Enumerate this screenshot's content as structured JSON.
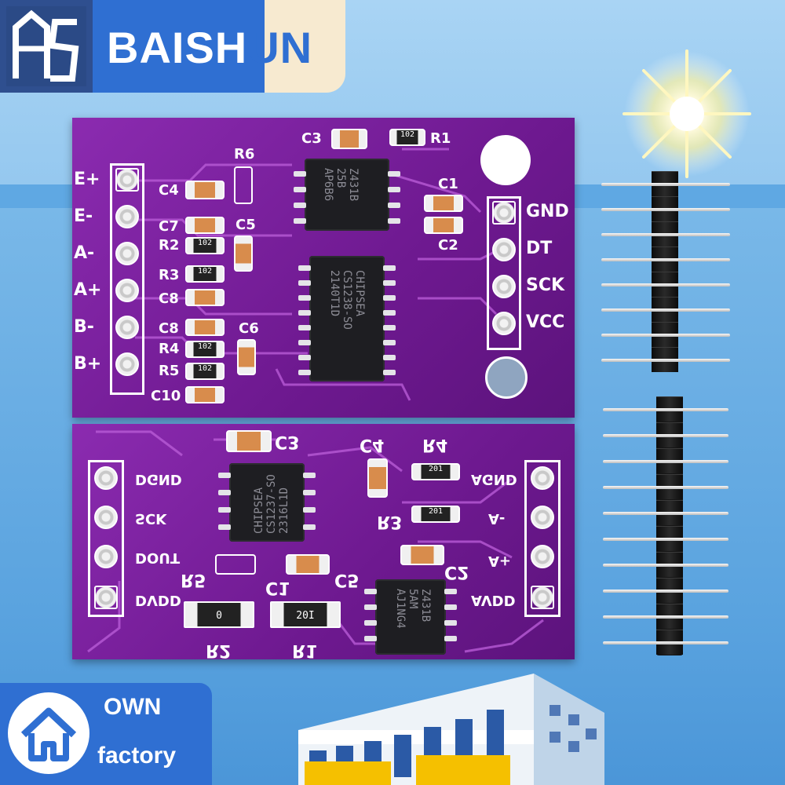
{
  "brand": {
    "name_main": "BAISH",
    "name_tail": "UN"
  },
  "badge": {
    "line1": "OWN",
    "line2": "factory"
  },
  "board_top": {
    "left_pins": [
      "E+",
      "E-",
      "A-",
      "A+",
      "B-",
      "B+"
    ],
    "right_pins": [
      "GND",
      "DT",
      "SCK",
      "VCC"
    ],
    "labels": {
      "c1": "C1",
      "c2": "C2",
      "c3": "C3",
      "c4": "C4",
      "c5": "C5",
      "c6": "C6",
      "c7": "C7",
      "c8a": "C8",
      "c8b": "C8",
      "c10": "C10",
      "r1": "R1",
      "r2": "R2",
      "r3": "R3",
      "r4": "R4",
      "r5": "R5",
      "r6": "R6"
    },
    "chip_small": [
      "Z431B",
      "25B",
      "AP6B6"
    ],
    "chip_large": [
      "CHIPSEA",
      "CS1238-SO",
      "2140T1D"
    ],
    "resistor_code": "102"
  },
  "board_bottom": {
    "left_pins": [
      "DGND",
      "SCK",
      "DOUT",
      "DVDD"
    ],
    "right_pins": [
      "AGND",
      "A-",
      "A+",
      "AVDD"
    ],
    "labels": {
      "c1": "C1",
      "c2": "C2",
      "c3": "C3",
      "c4": "C4",
      "c5": "C5",
      "r1": "R1",
      "r2": "R2",
      "r3": "R3",
      "r4": "R4",
      "r5": "R5"
    },
    "chip_main": [
      "CHIPSEA",
      "CS1237-SO",
      "2316L1D"
    ],
    "chip_ref": [
      "Z431B",
      "5AM",
      "AJ1NG4"
    ],
    "resistor_code": "201",
    "r2_code": "0",
    "r1_code": "20I"
  }
}
